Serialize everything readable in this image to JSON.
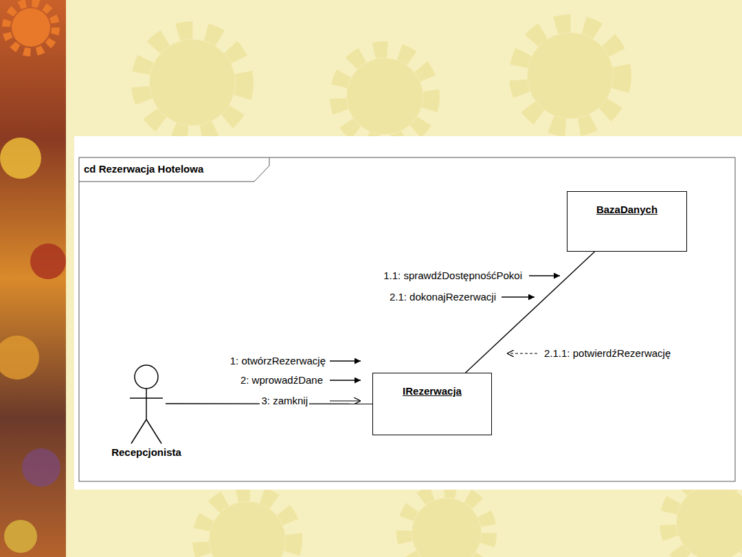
{
  "diagram": {
    "title": "cd Rezerwacja Hotelowa",
    "nodes": [
      {
        "text": [
          "BazaDanych"
        ]
      },
      {
        "text": [
          "Recepcjonista"
        ]
      },
      {
        "text": [
          "IRezerwacja"
        ]
      }
    ],
    "edges": [
      {
        "from": 1,
        "to": 2,
        "arrow": "none"
      },
      {
        "from": 2,
        "to": 0,
        "arrow": "none"
      }
    ],
    "labels": [
      "1.1: sprawdźDostępnośćPokoi",
      "2.1: dokonajRezerwacji",
      "2.1.1: potwierdźRezerwację",
      "1: otwórzRezerwację",
      "2: wprowadźDane",
      "3: zamknij"
    ]
  }
}
